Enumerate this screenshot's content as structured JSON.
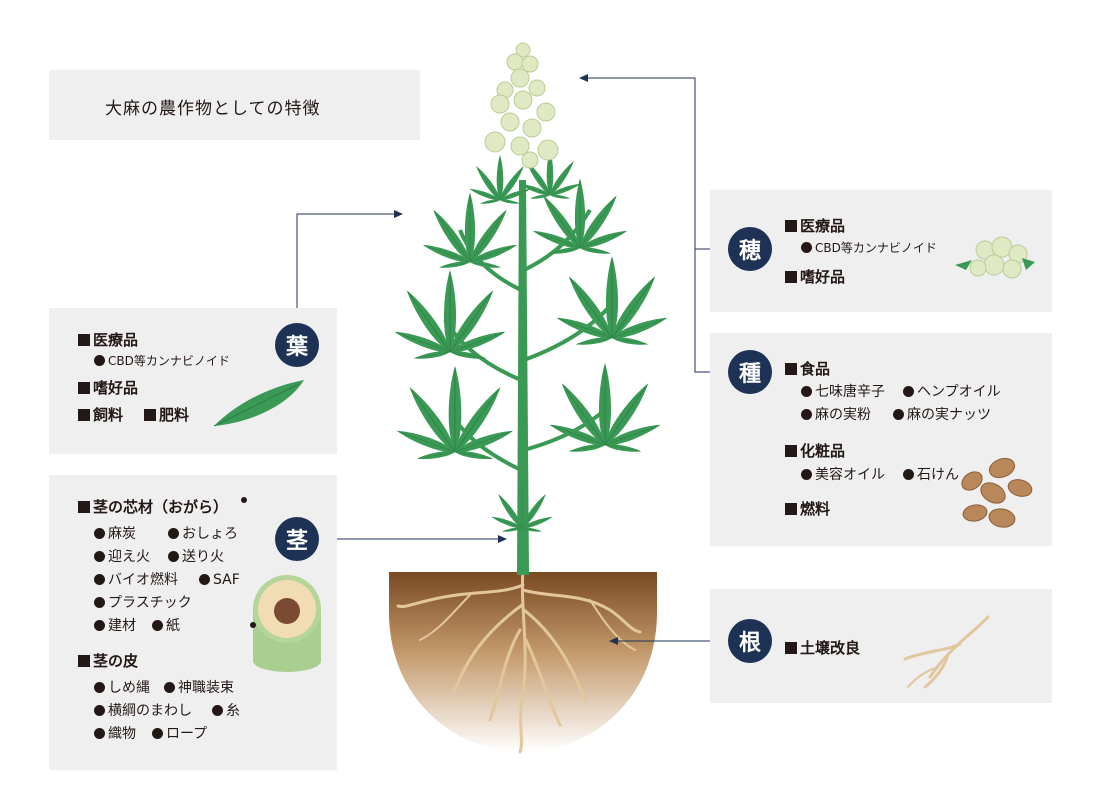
{
  "title": "大麻の農作物としての特徴",
  "colors": {
    "badge": "#1e3255",
    "panel": "#efefef",
    "plant_green": "#3a9a55",
    "soil": "#8a5a2c"
  },
  "leaf": {
    "badge": "葉",
    "items": [
      "医療品",
      "CBD等カンナビノイド",
      "嗜好品",
      "飼料",
      "肥料"
    ]
  },
  "stem": {
    "badge": "茎",
    "core_heading": "茎の芯材（おがら）",
    "core_items": [
      "麻炭",
      "おしょろ",
      "迎え火",
      "送り火",
      "バイオ燃料",
      "SAF",
      "プラスチック",
      "建材",
      "紙"
    ],
    "bark_heading": "茎の皮",
    "bark_items": [
      "しめ縄",
      "神職装束",
      "横綱のまわし",
      "糸",
      "織物",
      "ロープ"
    ]
  },
  "ho": {
    "badge": "穂",
    "items": [
      "医療品",
      "CBD等カンナビノイド",
      "嗜好品"
    ]
  },
  "seed": {
    "badge": "種",
    "food_heading": "食品",
    "food_items": [
      "七味唐辛子",
      "ヘンプオイル",
      "麻の実粉",
      "麻の実ナッツ"
    ],
    "cosmetic_heading": "化粧品",
    "cosmetic_items": [
      "美容オイル",
      "石けん"
    ],
    "fuel_heading": "燃料"
  },
  "root": {
    "badge": "根",
    "items": [
      "土壌改良"
    ]
  }
}
